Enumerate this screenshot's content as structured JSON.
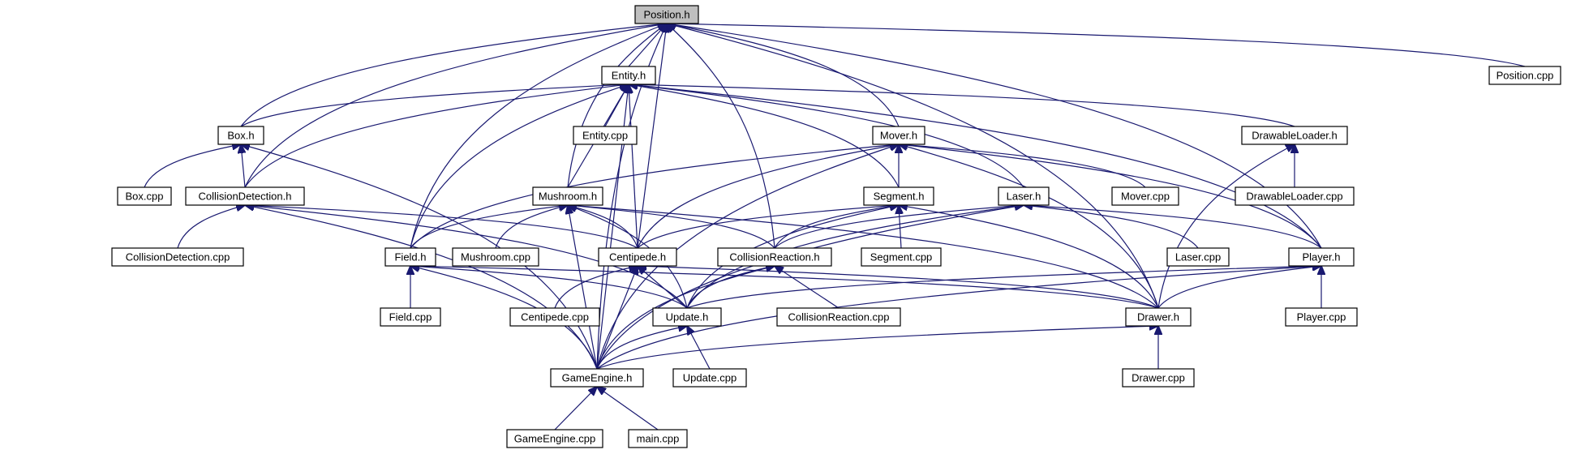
{
  "diagram": {
    "title": "",
    "root": "Position.h",
    "colors": {
      "edge": "#191970",
      "root_fill": "#bfbfbf",
      "node_fill": "#ffffff"
    },
    "nodes": [
      {
        "id": "position_h",
        "label": "Position.h"
      },
      {
        "id": "entity_h",
        "label": "Entity.h"
      },
      {
        "id": "position_cpp",
        "label": "Position.cpp"
      },
      {
        "id": "box_h",
        "label": "Box.h"
      },
      {
        "id": "entity_cpp",
        "label": "Entity.cpp"
      },
      {
        "id": "mover_h",
        "label": "Mover.h"
      },
      {
        "id": "drawableloader_h",
        "label": "DrawableLoader.h"
      },
      {
        "id": "box_cpp",
        "label": "Box.cpp"
      },
      {
        "id": "collisiondetection_h",
        "label": "CollisionDetection.h"
      },
      {
        "id": "mushroom_h",
        "label": "Mushroom.h"
      },
      {
        "id": "segment_h",
        "label": "Segment.h"
      },
      {
        "id": "laser_h",
        "label": "Laser.h"
      },
      {
        "id": "mover_cpp",
        "label": "Mover.cpp"
      },
      {
        "id": "drawableloader_cpp",
        "label": "DrawableLoader.cpp"
      },
      {
        "id": "collisiondetection_cpp",
        "label": "CollisionDetection.cpp"
      },
      {
        "id": "field_h",
        "label": "Field.h"
      },
      {
        "id": "mushroom_cpp",
        "label": "Mushroom.cpp"
      },
      {
        "id": "centipede_h",
        "label": "Centipede.h"
      },
      {
        "id": "collisionreaction_h",
        "label": "CollisionReaction.h"
      },
      {
        "id": "segment_cpp",
        "label": "Segment.cpp"
      },
      {
        "id": "laser_cpp",
        "label": "Laser.cpp"
      },
      {
        "id": "player_h",
        "label": "Player.h"
      },
      {
        "id": "field_cpp",
        "label": "Field.cpp"
      },
      {
        "id": "centipede_cpp",
        "label": "Centipede.cpp"
      },
      {
        "id": "update_h",
        "label": "Update.h"
      },
      {
        "id": "collisionreaction_cpp",
        "label": "CollisionReaction.cpp"
      },
      {
        "id": "drawer_h",
        "label": "Drawer.h"
      },
      {
        "id": "player_cpp",
        "label": "Player.cpp"
      },
      {
        "id": "gameengine_h",
        "label": "GameEngine.h"
      },
      {
        "id": "update_cpp",
        "label": "Update.cpp"
      },
      {
        "id": "drawer_cpp",
        "label": "Drawer.cpp"
      },
      {
        "id": "gameengine_cpp",
        "label": "GameEngine.cpp"
      },
      {
        "id": "main_cpp",
        "label": "main.cpp"
      }
    ],
    "edges": [
      {
        "from": "entity_h",
        "to": "position_h"
      },
      {
        "from": "position_cpp",
        "to": "position_h"
      },
      {
        "from": "box_h",
        "to": "position_h"
      },
      {
        "from": "mover_h",
        "to": "position_h"
      },
      {
        "from": "collisiondetection_h",
        "to": "position_h"
      },
      {
        "from": "mushroom_h",
        "to": "position_h"
      },
      {
        "from": "field_h",
        "to": "position_h"
      },
      {
        "from": "centipede_h",
        "to": "position_h"
      },
      {
        "from": "collisionreaction_h",
        "to": "position_h"
      },
      {
        "from": "player_h",
        "to": "position_h"
      },
      {
        "from": "drawer_h",
        "to": "position_h"
      },
      {
        "from": "gameengine_h",
        "to": "position_h"
      },
      {
        "from": "box_h",
        "to": "entity_h"
      },
      {
        "from": "entity_cpp",
        "to": "entity_h"
      },
      {
        "from": "collisiondetection_h",
        "to": "entity_h"
      },
      {
        "from": "mushroom_h",
        "to": "entity_h"
      },
      {
        "from": "field_h",
        "to": "entity_h"
      },
      {
        "from": "centipede_h",
        "to": "entity_h"
      },
      {
        "from": "segment_h",
        "to": "entity_h"
      },
      {
        "from": "laser_h",
        "to": "entity_h"
      },
      {
        "from": "drawableloader_h",
        "to": "entity_h"
      },
      {
        "from": "player_h",
        "to": "entity_h"
      },
      {
        "from": "gameengine_h",
        "to": "entity_h"
      },
      {
        "from": "box_cpp",
        "to": "box_h"
      },
      {
        "from": "collisiondetection_h",
        "to": "box_h"
      },
      {
        "from": "gameengine_h",
        "to": "box_h"
      },
      {
        "from": "segment_h",
        "to": "mover_h"
      },
      {
        "from": "mover_cpp",
        "to": "mover_h"
      },
      {
        "from": "field_h",
        "to": "mover_h"
      },
      {
        "from": "centipede_h",
        "to": "mover_h"
      },
      {
        "from": "player_h",
        "to": "mover_h"
      },
      {
        "from": "drawer_h",
        "to": "mover_h"
      },
      {
        "from": "gameengine_h",
        "to": "mover_h"
      },
      {
        "from": "drawableloader_cpp",
        "to": "drawableloader_h"
      },
      {
        "from": "drawer_h",
        "to": "drawableloader_h"
      },
      {
        "from": "collisiondetection_cpp",
        "to": "collisiondetection_h"
      },
      {
        "from": "centipede_h",
        "to": "collisiondetection_h"
      },
      {
        "from": "update_h",
        "to": "collisiondetection_h"
      },
      {
        "from": "gameengine_h",
        "to": "collisiondetection_h"
      },
      {
        "from": "field_h",
        "to": "mushroom_h"
      },
      {
        "from": "mushroom_cpp",
        "to": "mushroom_h"
      },
      {
        "from": "centipede_h",
        "to": "mushroom_h"
      },
      {
        "from": "collisionreaction_h",
        "to": "mushroom_h"
      },
      {
        "from": "update_h",
        "to": "mushroom_h"
      },
      {
        "from": "drawer_h",
        "to": "mushroom_h"
      },
      {
        "from": "gameengine_h",
        "to": "mushroom_h"
      },
      {
        "from": "centipede_h",
        "to": "segment_h"
      },
      {
        "from": "collisionreaction_h",
        "to": "segment_h"
      },
      {
        "from": "segment_cpp",
        "to": "segment_h"
      },
      {
        "from": "update_h",
        "to": "segment_h"
      },
      {
        "from": "drawer_h",
        "to": "segment_h"
      },
      {
        "from": "collisionreaction_h",
        "to": "laser_h"
      },
      {
        "from": "laser_cpp",
        "to": "laser_h"
      },
      {
        "from": "player_h",
        "to": "laser_h"
      },
      {
        "from": "update_h",
        "to": "laser_h"
      },
      {
        "from": "gameengine_h",
        "to": "laser_h"
      },
      {
        "from": "field_cpp",
        "to": "field_h"
      },
      {
        "from": "update_h",
        "to": "field_h"
      },
      {
        "from": "drawer_h",
        "to": "field_h"
      },
      {
        "from": "gameengine_h",
        "to": "field_h"
      },
      {
        "from": "centipede_cpp",
        "to": "centipede_h"
      },
      {
        "from": "update_h",
        "to": "centipede_h"
      },
      {
        "from": "drawer_h",
        "to": "centipede_h"
      },
      {
        "from": "gameengine_h",
        "to": "centipede_h"
      },
      {
        "from": "update_h",
        "to": "collisionreaction_h"
      },
      {
        "from": "collisionreaction_cpp",
        "to": "collisionreaction_h"
      },
      {
        "from": "gameengine_h",
        "to": "collisionreaction_h"
      },
      {
        "from": "update_h",
        "to": "player_h"
      },
      {
        "from": "drawer_h",
        "to": "player_h"
      },
      {
        "from": "player_cpp",
        "to": "player_h"
      },
      {
        "from": "gameengine_h",
        "to": "player_h"
      },
      {
        "from": "gameengine_h",
        "to": "update_h"
      },
      {
        "from": "update_cpp",
        "to": "update_h"
      },
      {
        "from": "gameengine_h",
        "to": "drawer_h"
      },
      {
        "from": "drawer_cpp",
        "to": "drawer_h"
      },
      {
        "from": "gameengine_cpp",
        "to": "gameengine_h"
      },
      {
        "from": "main_cpp",
        "to": "gameengine_h"
      }
    ]
  }
}
